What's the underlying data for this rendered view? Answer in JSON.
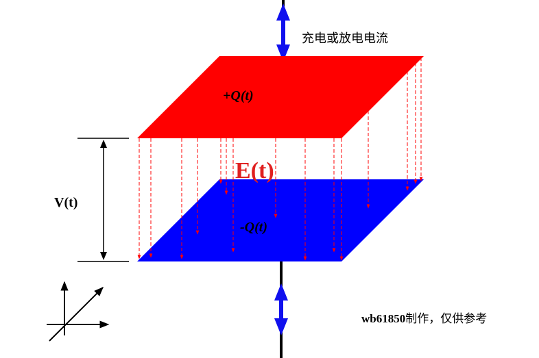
{
  "labels": {
    "current": "充电或放电电流",
    "top_charge": "+Q(t)",
    "field": "E(t)",
    "voltage": "V(t)",
    "bottom_charge": "-Q(t)",
    "credit_bold": "wb61850",
    "credit_rest": "制作，仅供参考"
  },
  "colors": {
    "top_plate": "#ff0000",
    "bottom_plate": "#0000ff",
    "field_lines": "#ff0000",
    "field_label": "#e02020",
    "current_arrow": "#1010ee",
    "wire": "#000000"
  }
}
